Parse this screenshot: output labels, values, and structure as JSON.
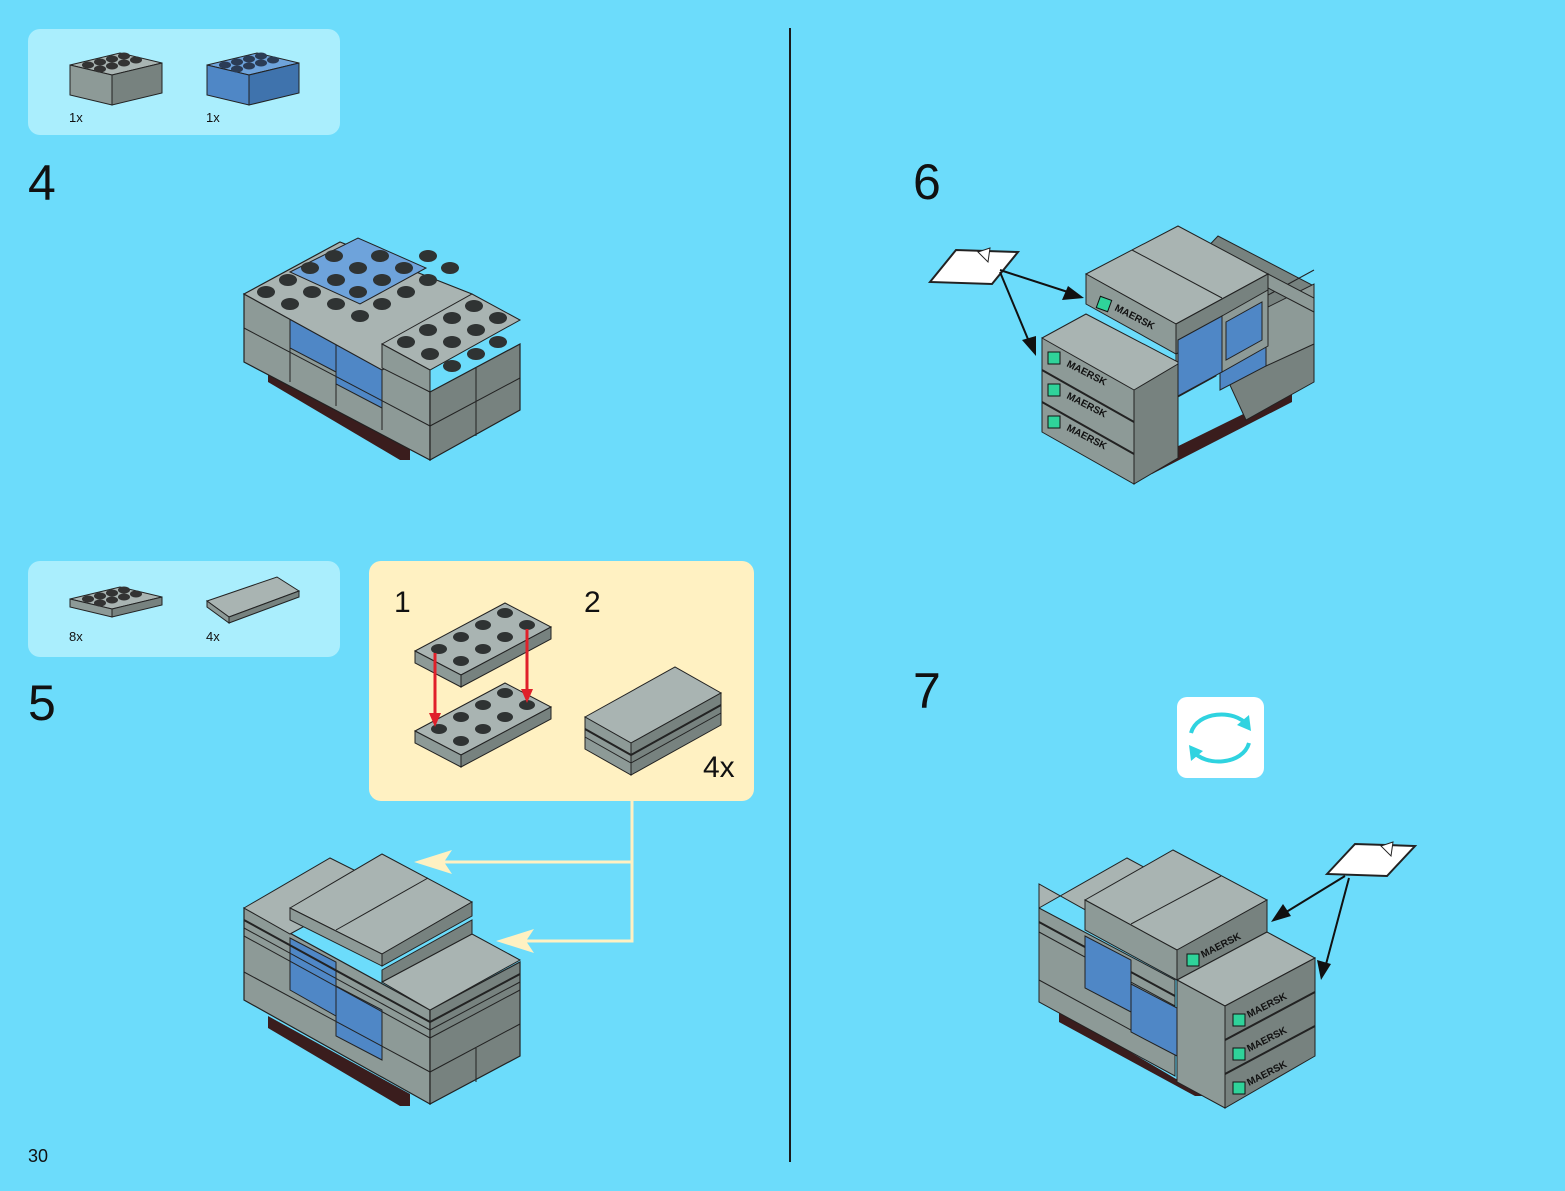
{
  "page": {
    "number": "30"
  },
  "step4": {
    "number": "4",
    "parts": [
      {
        "name": "grey-brick-2x4",
        "color": "#8d9a97",
        "qty": "1x"
      },
      {
        "name": "blue-brick-2x4",
        "color": "#4f87c6",
        "qty": "1x"
      }
    ]
  },
  "step5": {
    "number": "5",
    "parts": [
      {
        "name": "grey-plate-2x4",
        "color": "#8d9a97",
        "qty": "8x"
      },
      {
        "name": "grey-tile-2x4",
        "color": "#8d9a97",
        "qty": "4x"
      }
    ],
    "subassembly": {
      "step1": "1",
      "step2": "2",
      "qty": "4x"
    }
  },
  "step6": {
    "number": "6",
    "sticker_text": "MAERSK"
  },
  "step7": {
    "number": "7",
    "sticker_text": "MAERSK",
    "icon": "rotate-model-icon"
  },
  "colors": {
    "background": "#6cdcfb",
    "parts_box": "#aaeefd",
    "subassembly_box": "#fff1c2",
    "grey": "#8d9a97",
    "blue": "#4f87c6",
    "arrow_red": "#e0202a",
    "arrow_cream": "#fff1c2",
    "sticker_green": "#2fd39a"
  }
}
